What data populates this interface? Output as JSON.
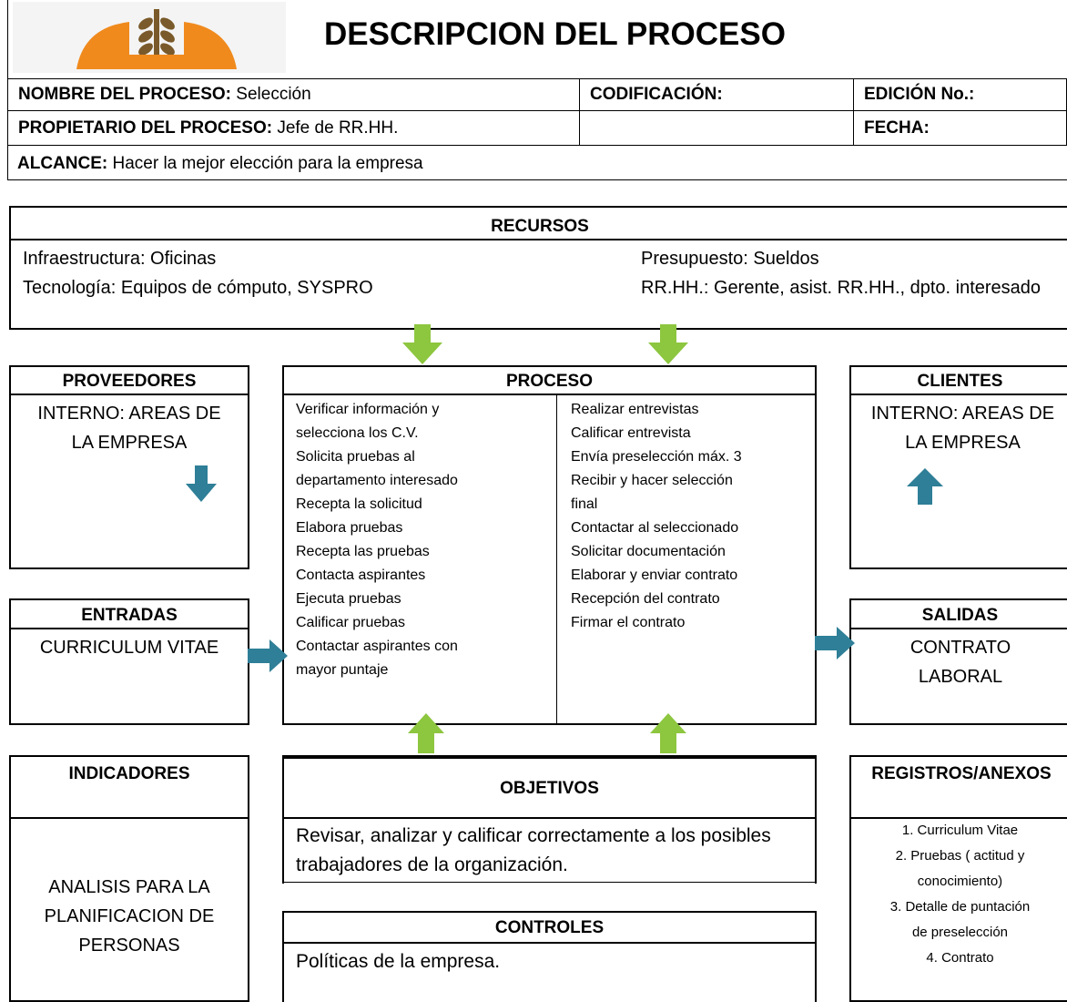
{
  "header": {
    "title": "DESCRIPCION DEL PROCESO",
    "nombre_label": "NOMBRE DEL PROCESO:",
    "nombre_value": " Selección",
    "codificacion_label": "CODIFICACIÓN:",
    "edicion_label": "EDICIÓN No.:",
    "propietario_label": "PROPIETARIO DEL PROCESO:",
    "propietario_value": " Jefe de RR.HH.",
    "fecha_label": "FECHA:",
    "alcance_label": "ALCANCE:",
    "alcance_value": " Hacer la mejor elección para la empresa"
  },
  "recursos": {
    "title": "RECURSOS",
    "infraestructura": "Infraestructura:  Oficinas",
    "tecnologia": "Tecnología: Equipos de cómputo, SYSPRO",
    "presupuesto": "Presupuesto: Sueldos",
    "rrhh": "RR.HH.: Gerente, asist. RR.HH., dpto. interesado"
  },
  "proveedores": {
    "title": "PROVEEDORES",
    "text": "INTERNO: AREAS DE LA EMPRESA"
  },
  "clientes": {
    "title": "CLIENTES",
    "text": "INTERNO: AREAS DE LA EMPRESA"
  },
  "proceso": {
    "title": "PROCESO",
    "left_steps": [
      "Verificar información y",
      "selecciona  los C.V.",
      "Solicita pruebas al",
      "departamento interesado",
      "Recepta la solicitud",
      "Elabora pruebas",
      "Recepta las pruebas",
      "Contacta aspirantes",
      "Ejecuta pruebas",
      "Calificar pruebas",
      "Contactar aspirantes con",
      "mayor puntaje"
    ],
    "right_steps": [
      "Realizar entrevistas",
      "Calificar entrevista",
      "Envía preselección máx. 3",
      "Recibir y hacer selección",
      "final",
      "Contactar al seleccionado",
      "Solicitar documentación",
      "Elaborar y enviar contrato",
      "Recepción del contrato",
      "Firmar el contrato"
    ]
  },
  "entradas": {
    "title": "ENTRADAS",
    "text": "CURRICULUM VITAE"
  },
  "salidas": {
    "title": "SALIDAS",
    "text": "CONTRATO LABORAL"
  },
  "indicadores": {
    "title": "INDICADORES",
    "text": "ANALISIS PARA LA PLANIFICACION DE PERSONAS"
  },
  "objetivos": {
    "title": "OBJETIVOS",
    "text": "Revisar, analizar y calificar correctamente a los posibles trabajadores de la organización."
  },
  "controles": {
    "title": "CONTROLES",
    "text": "Políticas de la empresa."
  },
  "registros": {
    "title": "REGISTROS/ANEXOS",
    "items": [
      "1. Curriculum Vitae",
      "2. Pruebas ( actitud y",
      "conocimiento)",
      "3. Detalle de puntación",
      "de  preselección",
      "4. Contrato"
    ]
  },
  "colors": {
    "arrow_green": "#8dc63f",
    "arrow_teal": "#2e7f97",
    "logo_orange": "#f08a1d",
    "logo_brown": "#7a5a2a"
  },
  "icons": {
    "logo": "wheat-logo",
    "arrow_down": "arrow-down-icon",
    "arrow_up": "arrow-up-icon",
    "arrow_right": "arrow-right-icon"
  }
}
